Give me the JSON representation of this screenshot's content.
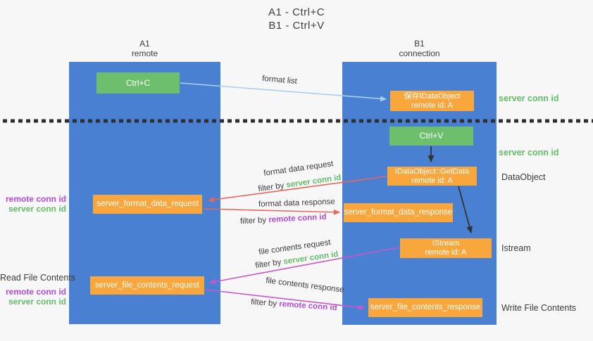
{
  "title": {
    "line1": "A1 - Ctrl+C",
    "line2": "B1 - Ctrl+V"
  },
  "lanes": {
    "left": {
      "name": "A1",
      "role": "remote"
    },
    "right": {
      "name": "B1",
      "role": "connection"
    }
  },
  "nodes": {
    "ctrl_c": {
      "label": "Ctrl+C"
    },
    "ctrl_v": {
      "label": "Ctrl+V"
    },
    "save_idataobject": {
      "line1": "保存IDataObject",
      "line2": "remote id: A"
    },
    "getdata": {
      "line1": "IDataObject::GetData",
      "line2": "remote id: A"
    },
    "istream": {
      "line1": "IStream",
      "line2": "remote id: A"
    },
    "format_request": {
      "label": "server_format_data_request"
    },
    "format_response": {
      "label": "server_format_data_response"
    },
    "file_request": {
      "label": "server_file_contents_request"
    },
    "file_response": {
      "label": "server_file_contents_response"
    }
  },
  "edges": {
    "format_list": {
      "label": "format list"
    },
    "format_data_request": {
      "label": "format data request",
      "filter_prefix": "filter by ",
      "filter_key": "server conn id"
    },
    "format_data_response": {
      "label": "format data response",
      "filter_prefix": "filter by ",
      "filter_key": "remote conn id"
    },
    "file_contents_request": {
      "label": "file contents request",
      "filter_prefix": "filter by ",
      "filter_key": "server conn id"
    },
    "file_contents_response": {
      "label": "file contents response",
      "filter_prefix": "filter by ",
      "filter_key": "remote conn id"
    }
  },
  "side_labels": {
    "right_top_green": "server conn id",
    "right_mid_green": "server conn id",
    "dataobject": "DataObject",
    "istream": "Istream",
    "write_file": "Write File Contents",
    "left_top_purple": "remote conn id",
    "left_top_green": "server conn id",
    "read_file": "Read File Contents",
    "left_bottom_purple": "remote conn id",
    "left_bottom_green": "server conn id"
  },
  "colors": {
    "lane_blue": "#4a80d2",
    "box_green": "#6dbf6e",
    "box_orange": "#f9a63d",
    "arrow_blue": "#a8d0ee",
    "arrow_red": "#e8655a",
    "arrow_magenta": "#c757cb",
    "arrow_black": "#333333",
    "divider_dark": "#2f2f2f",
    "text_green": "#62bd69",
    "text_purple": "#b44bd8",
    "text_dark": "#3b3b3b"
  }
}
